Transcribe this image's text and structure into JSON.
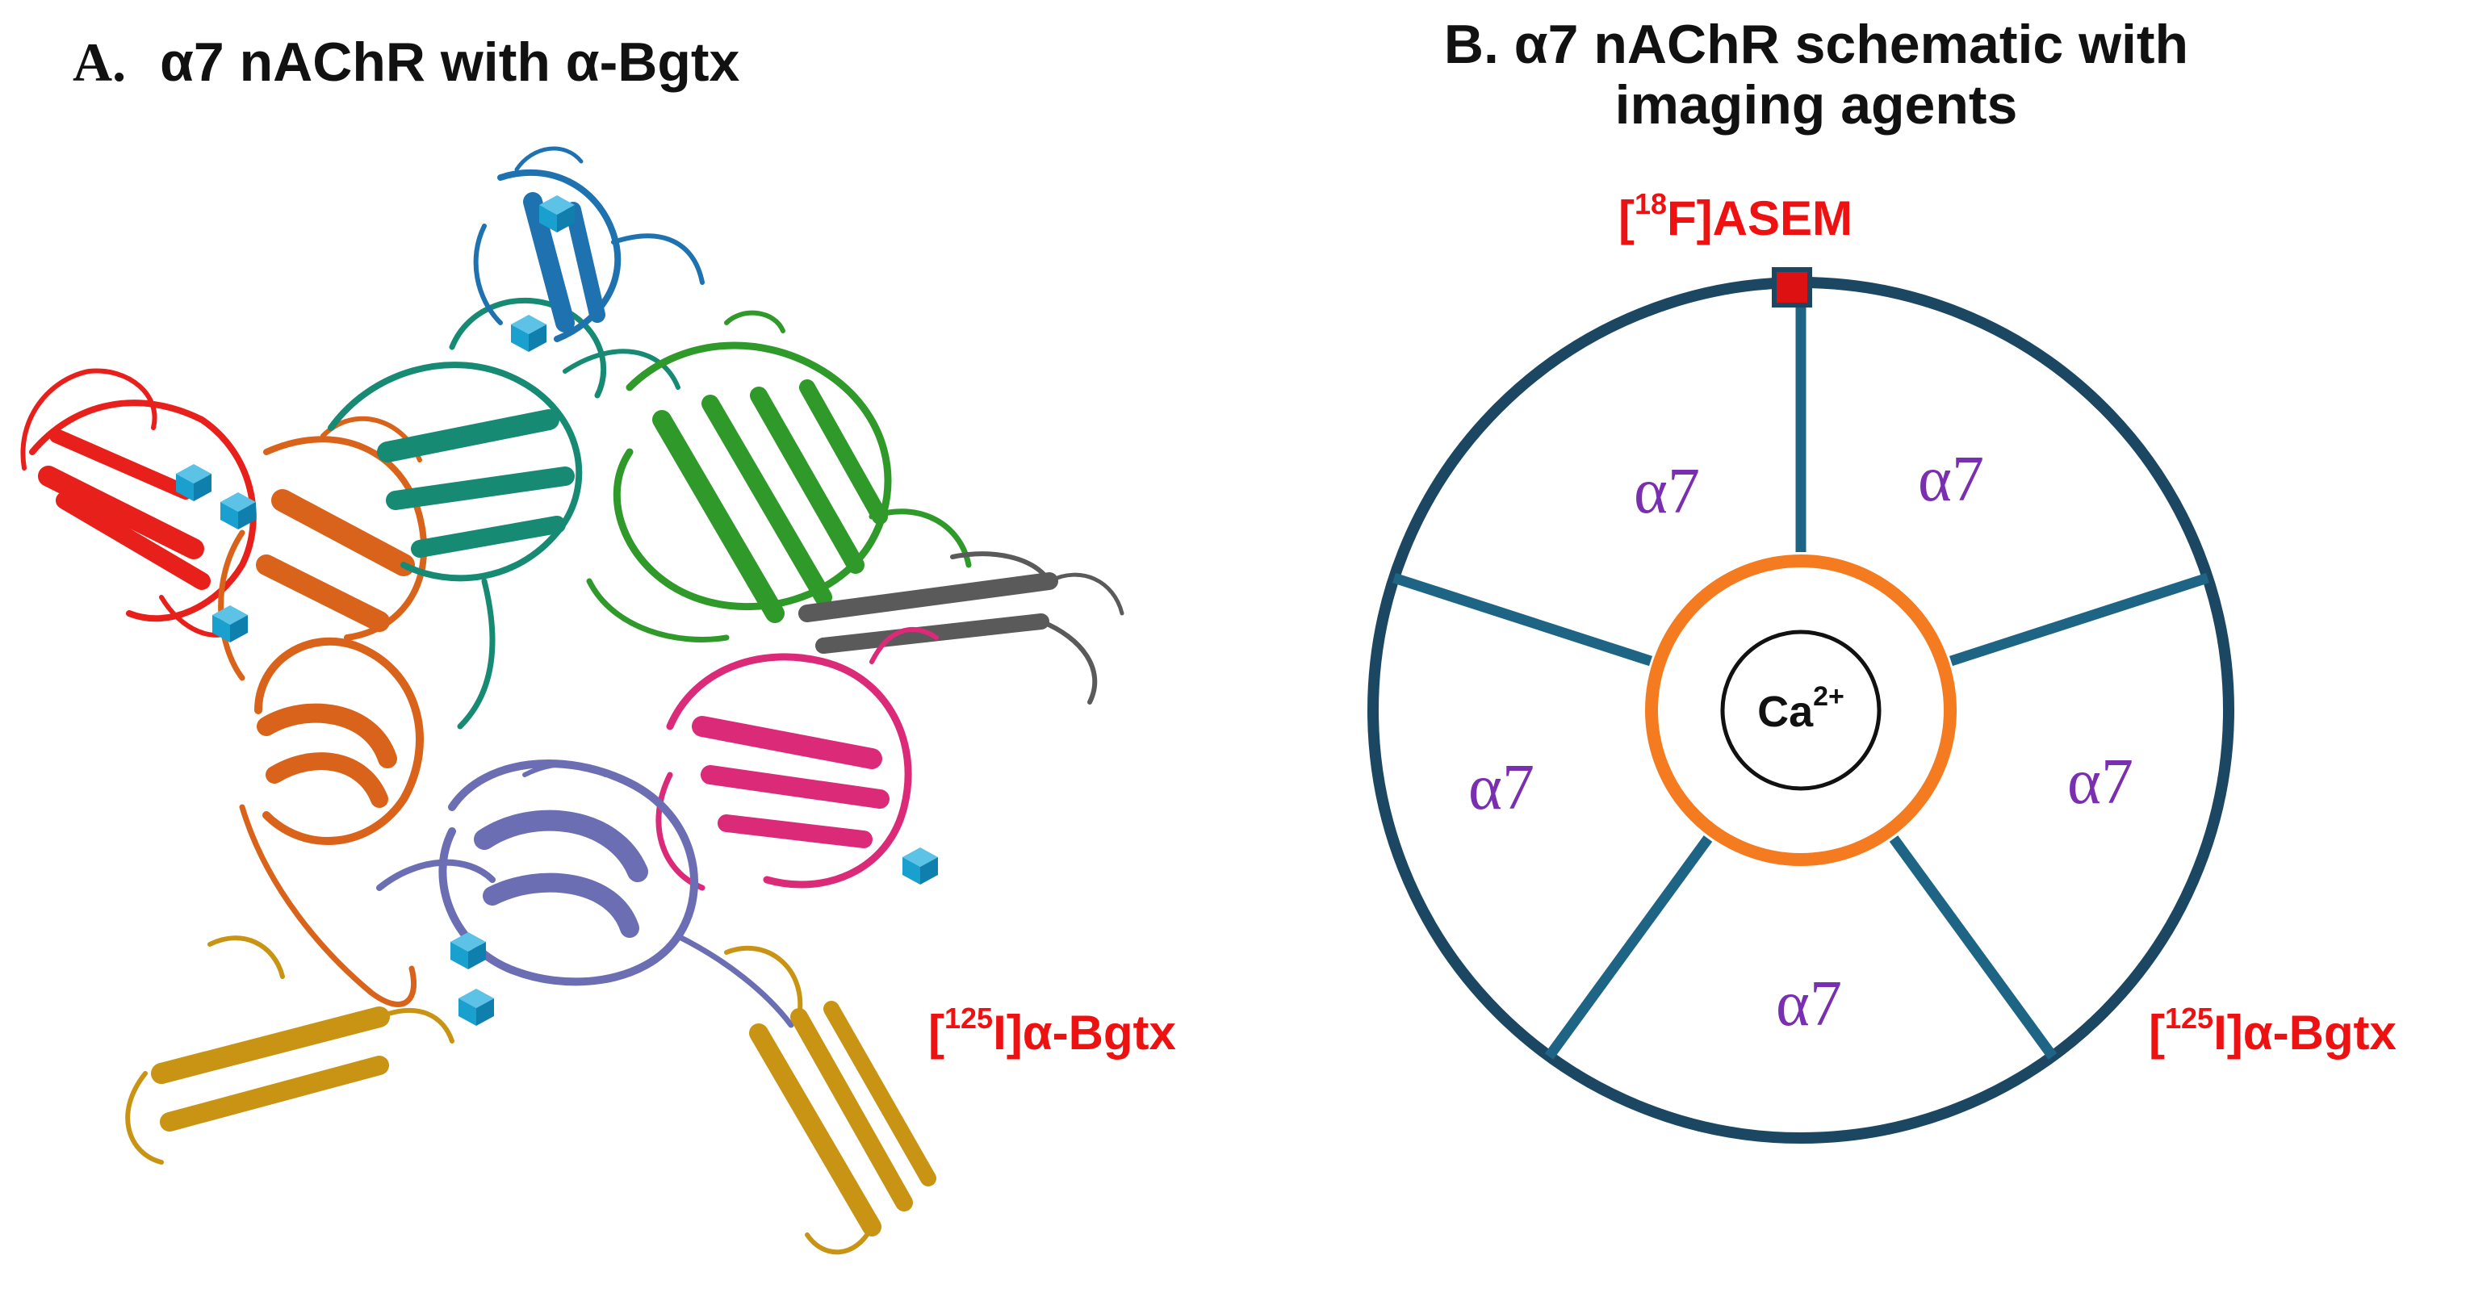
{
  "panel_a": {
    "letter": "A.",
    "title": "α7 nAChR with α-Bgtx",
    "toxin_label": {
      "prefix": "[",
      "isotope": "125",
      "suffix": "I]α-Bgtx"
    }
  },
  "panel_b": {
    "title_line1": "B. α7 nAChR schematic with",
    "title_line2": "imaging agents",
    "asem_label": {
      "prefix": "[",
      "isotope": "18",
      "suffix": "F]ASEM"
    },
    "toxin_label": {
      "prefix": "[",
      "isotope": "125",
      "suffix": "I]α-Bgtx"
    },
    "subunit_label": "α7",
    "channel_ion": {
      "base": "Ca",
      "charge": "2+"
    }
  },
  "colors": {
    "ring_outer": "#1b4763",
    "spoke": "#1e6585",
    "pore": "#f47b20",
    "subunit_text": "#7a2fb0",
    "label_red": "#ee1111",
    "ligand_marker": "#dd1111",
    "ribbon_red": "#e8201c",
    "ribbon_orange": "#d9631a",
    "ribbon_teal": "#178a74",
    "ribbon_green": "#2f9a2a",
    "ribbon_gray": "#5a5a5a",
    "ribbon_magenta": "#db2a78",
    "ribbon_periwinkle": "#6c6eb4",
    "ribbon_gold": "#c99413",
    "ribbon_blue": "#1f72b0",
    "glycan_cyan": "#1aa0cf"
  }
}
